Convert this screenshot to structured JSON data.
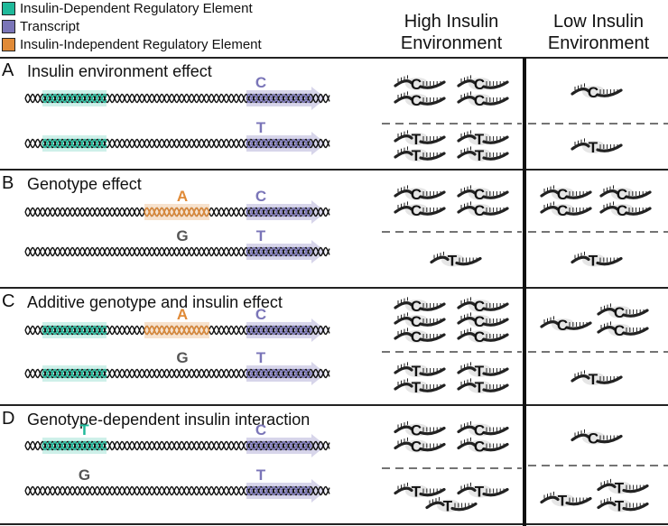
{
  "legend": [
    {
      "label": "Insulin-Dependent Regulatory Element",
      "color": "#1fb99a"
    },
    {
      "label": "Transcript",
      "color": "#7a75b8"
    },
    {
      "label": "Insulin-Independent Regulatory Element",
      "color": "#e08a37"
    }
  ],
  "columns": {
    "high": {
      "line1": "High Insulin",
      "line2": "Environment"
    },
    "low": {
      "line1": "Low Insulin",
      "line2": "Environment"
    }
  },
  "colors": {
    "insulin_dependent": "#1fb99a",
    "transcript": "#7a75b8",
    "insulin_independent": "#e08a37",
    "allele_gray": "#555555",
    "dna": "#111111"
  },
  "panels": [
    {
      "label": "A",
      "title": "Insulin environment effect",
      "rows": [
        {
          "dep": true,
          "dep_letter": "",
          "indep": false,
          "indep_letter": "",
          "tx_letter": "C",
          "high_count": 4,
          "low_count": 1
        },
        {
          "dep": true,
          "dep_letter": "",
          "indep": false,
          "indep_letter": "",
          "tx_letter": "T",
          "high_count": 4,
          "low_count": 1
        }
      ]
    },
    {
      "label": "B",
      "title": "Genotype effect",
      "rows": [
        {
          "dep": false,
          "dep_letter": "",
          "indep": true,
          "indep_letter": "A",
          "tx_letter": "C",
          "high_count": 4,
          "low_count": 4
        },
        {
          "dep": false,
          "dep_letter": "",
          "indep": false,
          "indep_letter": "G",
          "tx_letter": "T",
          "high_count": 1,
          "low_count": 1
        }
      ]
    },
    {
      "label": "C",
      "title": "Additive genotype and insulin effect",
      "rows": [
        {
          "dep": true,
          "dep_letter": "",
          "indep": true,
          "indep_letter": "A",
          "tx_letter": "C",
          "high_count": 6,
          "low_count": 3
        },
        {
          "dep": true,
          "dep_letter": "",
          "indep": false,
          "indep_letter": "G",
          "tx_letter": "T",
          "high_count": 4,
          "low_count": 1
        }
      ]
    },
    {
      "label": "D",
      "title": "Genotype-dependent insulin interaction",
      "rows": [
        {
          "dep": true,
          "dep_letter": "T",
          "indep": false,
          "indep_letter": "",
          "tx_letter": "C",
          "high_count": 4,
          "low_count": 1
        },
        {
          "dep": false,
          "dep_letter": "G",
          "indep": false,
          "indep_letter": "",
          "tx_letter": "T",
          "high_count": 3,
          "low_count": 3
        }
      ]
    }
  ]
}
